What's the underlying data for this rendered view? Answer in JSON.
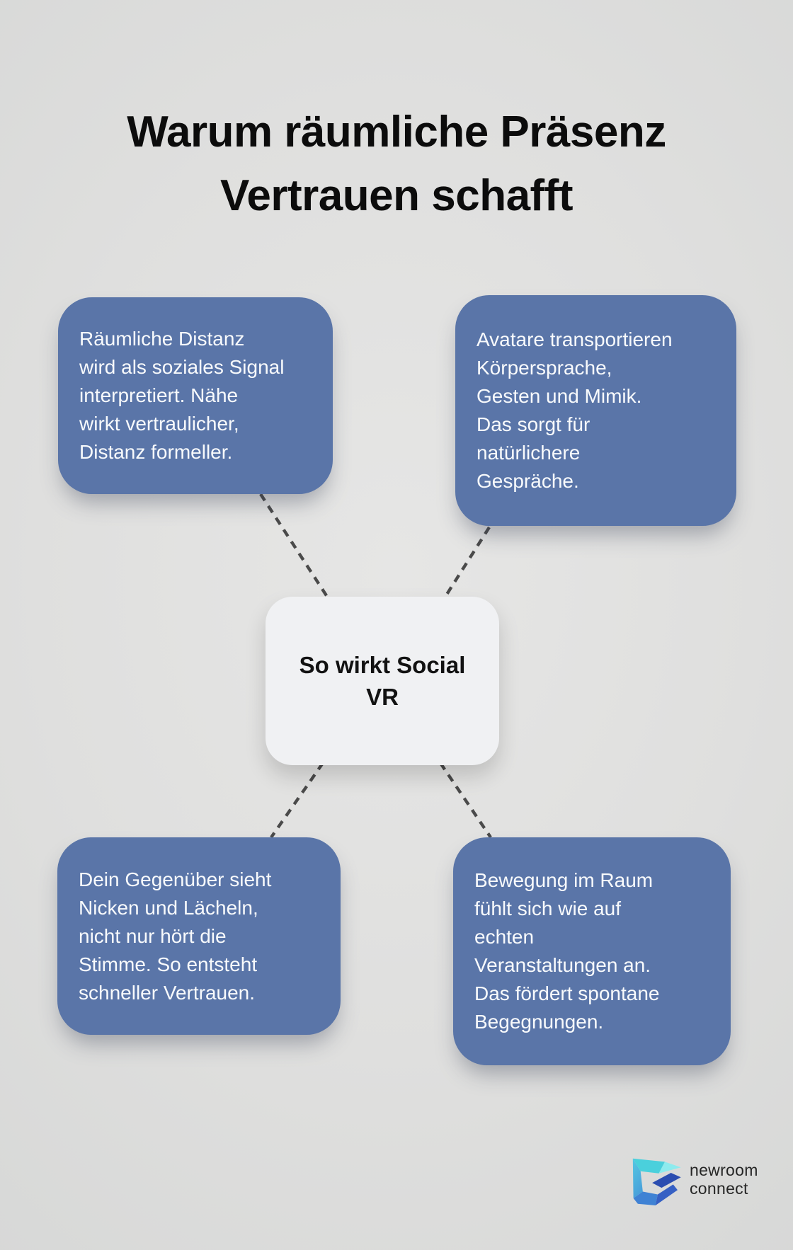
{
  "title": {
    "lines": [
      "Warum räumliche Präsenz",
      "Vertrauen schafft"
    ]
  },
  "center_node": {
    "lines": [
      "So wirkt Social",
      "VR"
    ]
  },
  "nodes": [
    {
      "id": "top-left",
      "lines": [
        "Räumliche Distanz",
        "wird als soziales Signal",
        "interpretiert. Nähe",
        "wirkt vertraulicher,",
        "Distanz formeller."
      ]
    },
    {
      "id": "top-right",
      "lines": [
        "Avatare transportieren",
        "Körpersprache,",
        "Gesten und Mimik.",
        "Das sorgt für",
        "natürlichere",
        "Gespräche."
      ]
    },
    {
      "id": "bottom-left",
      "lines": [
        "Dein Gegenüber sieht",
        "Nicken und Lächeln,",
        "nicht nur hört die",
        "Stimme. So entsteht",
        "schneller Vertrauen."
      ]
    },
    {
      "id": "bottom-right",
      "lines": [
        "Bewegung im Raum",
        "fühlt sich wie auf",
        "echten",
        "Veranstaltungen an.",
        "Das fördert spontane",
        "Begegnungen."
      ]
    }
  ],
  "logo": {
    "brand_lines": [
      "newroom",
      "connect"
    ]
  },
  "colors": {
    "background": "#dfdfde",
    "node_fill": "#5a75a8",
    "node_text": "#f8fafc",
    "center_fill": "#f0f1f3",
    "center_text": "#121212",
    "title_text": "#0c0c0c",
    "connector": "#4a4a4a",
    "logo_text": "#262626",
    "logo_teal": "#4ad0dc",
    "logo_teal_light": "#8debee",
    "logo_blue_light": "#52b9e2",
    "logo_blue": "#3f82d4",
    "logo_blue_deep": "#3660c4",
    "logo_navy": "#2b4db0"
  }
}
